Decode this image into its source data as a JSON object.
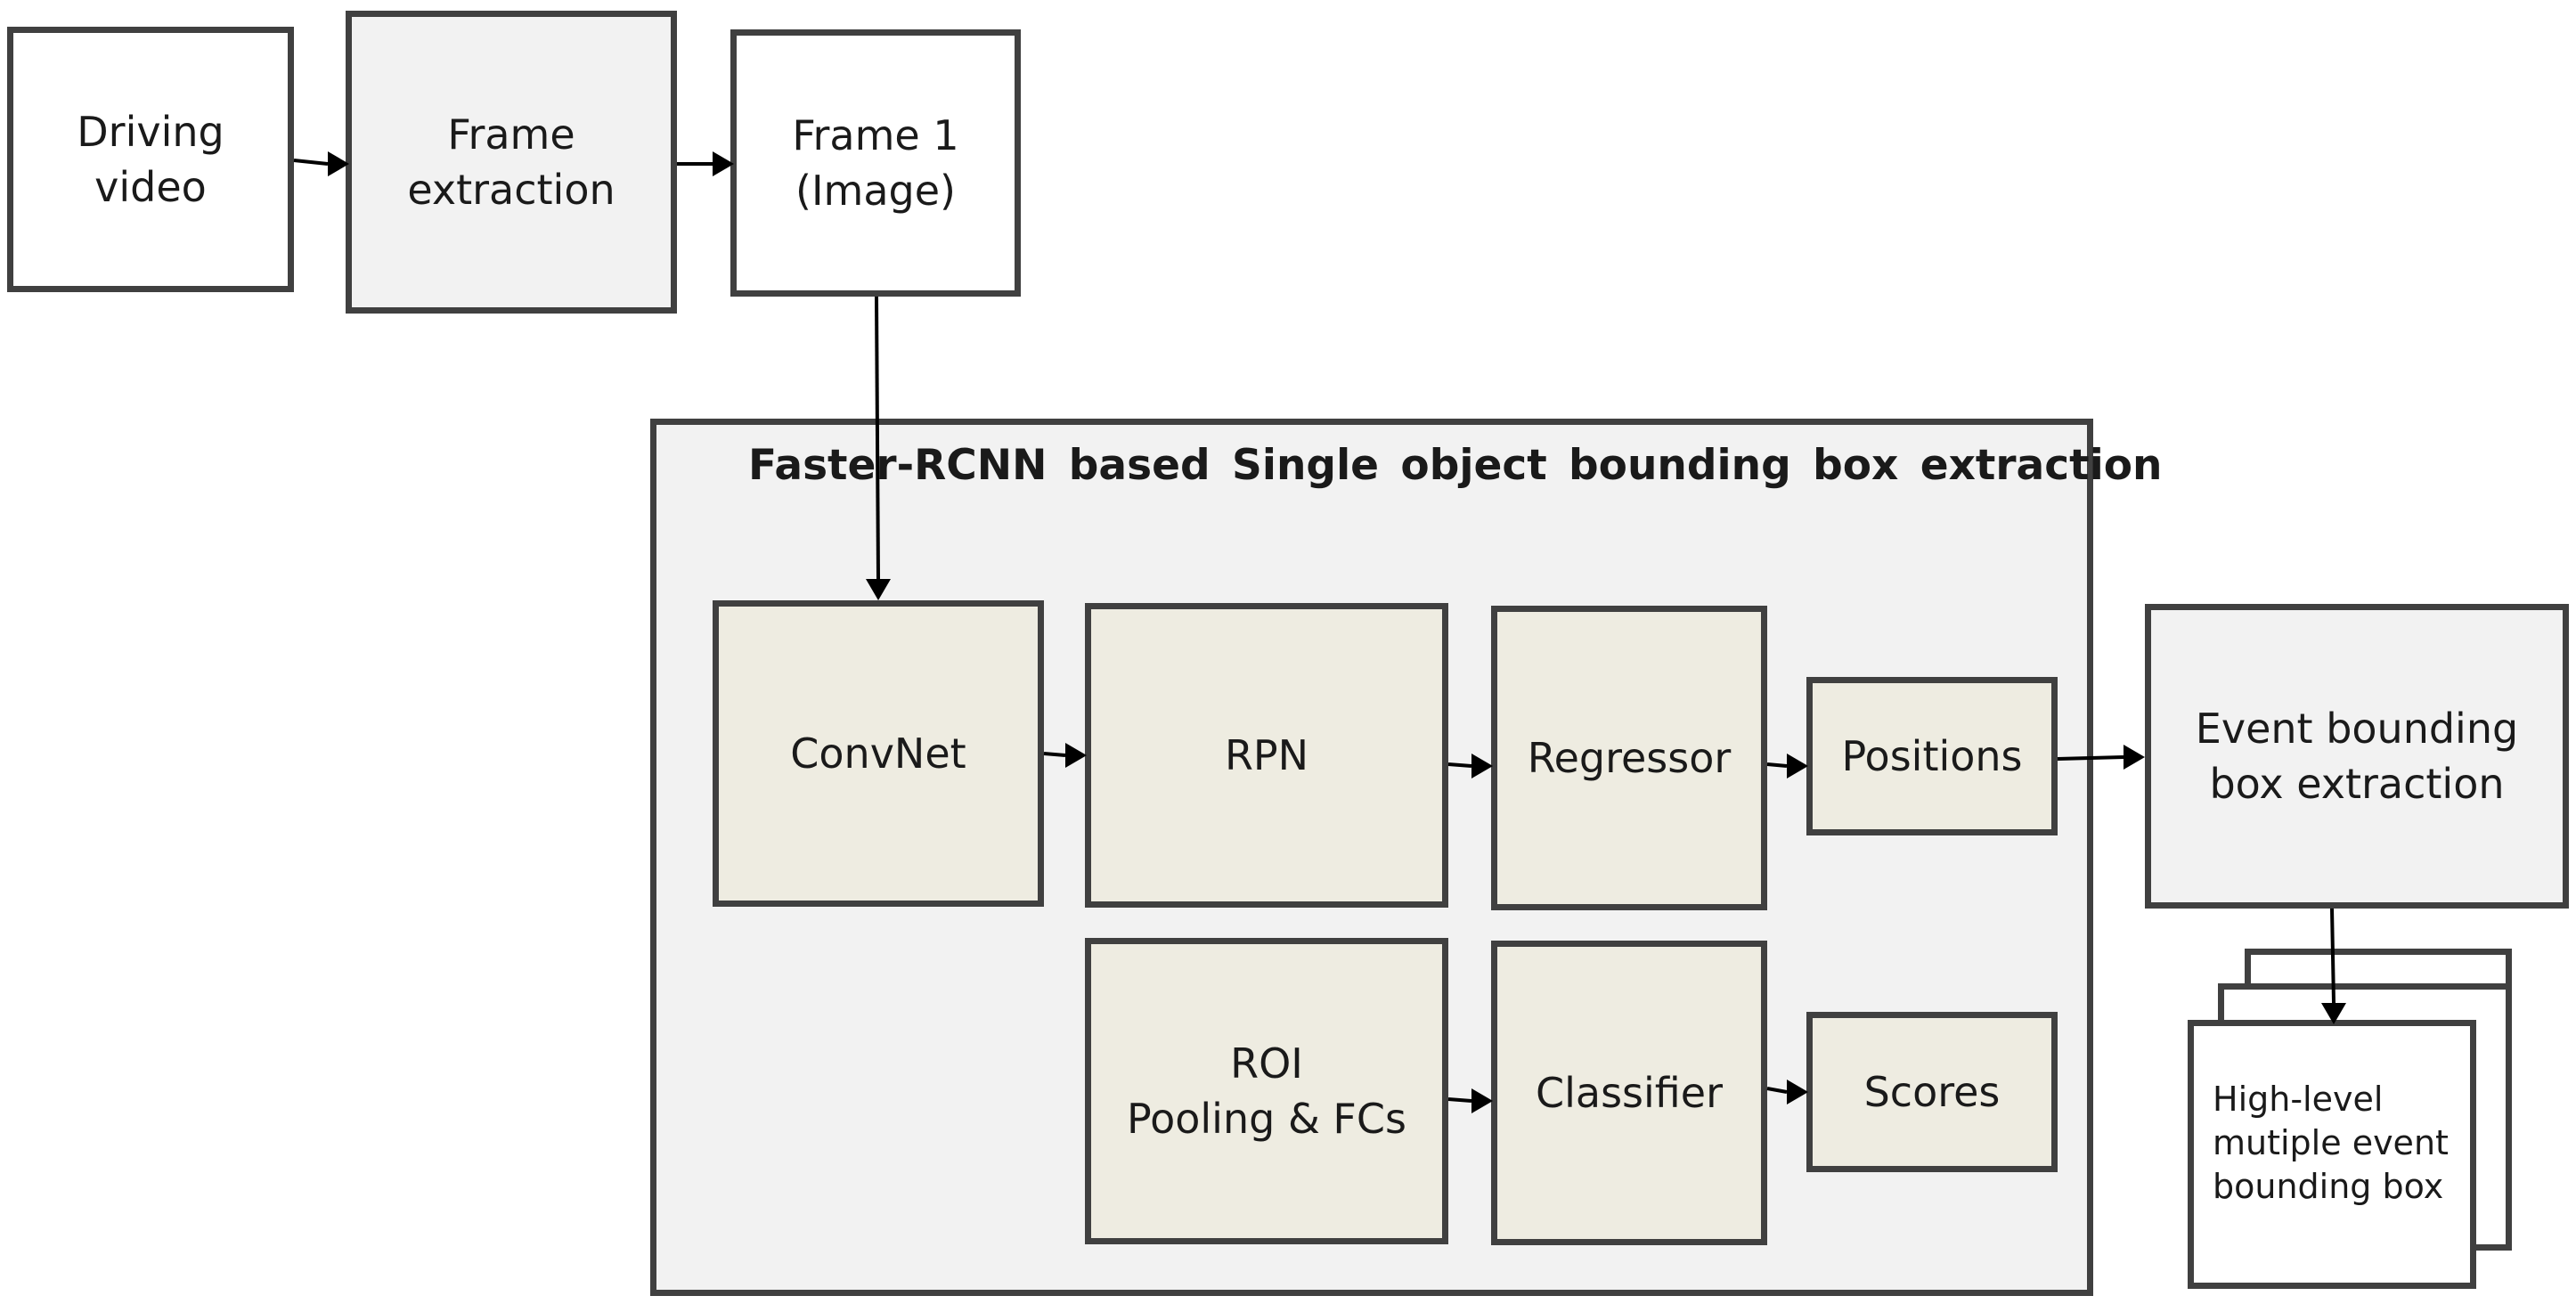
{
  "nodes": {
    "driving_video": "Driving\nvideo",
    "frame_extraction": "Frame\nextraction",
    "frame1": "Frame 1\n(Image)",
    "convnet": "ConvNet",
    "rpn": "RPN",
    "regressor": "Regressor",
    "positions": "Positions",
    "roi": "ROI\nPooling & FCs",
    "classifier": "Classifier",
    "scores": "Scores",
    "event_bbox": "Event bounding\nbox extraction",
    "output": "High-level\nmutiple event\nbounding box"
  },
  "group": {
    "title": "Faster-RCNN based Single object bounding box extraction"
  },
  "edges": [
    {
      "from": "driving_video",
      "to": "frame_extraction"
    },
    {
      "from": "frame_extraction",
      "to": "frame1"
    },
    {
      "from": "frame1",
      "to": "convnet"
    },
    {
      "from": "convnet",
      "to": "rpn"
    },
    {
      "from": "rpn",
      "to": "regressor"
    },
    {
      "from": "regressor",
      "to": "positions"
    },
    {
      "from": "positions",
      "to": "event_bbox"
    },
    {
      "from": "roi",
      "to": "classifier"
    },
    {
      "from": "classifier",
      "to": "scores"
    },
    {
      "from": "event_bbox",
      "to": "output"
    }
  ],
  "colors": {
    "border": "#404040",
    "group_fill": "#f2f2f2",
    "model_fill": "#eeece1",
    "arrow": "#000000"
  }
}
